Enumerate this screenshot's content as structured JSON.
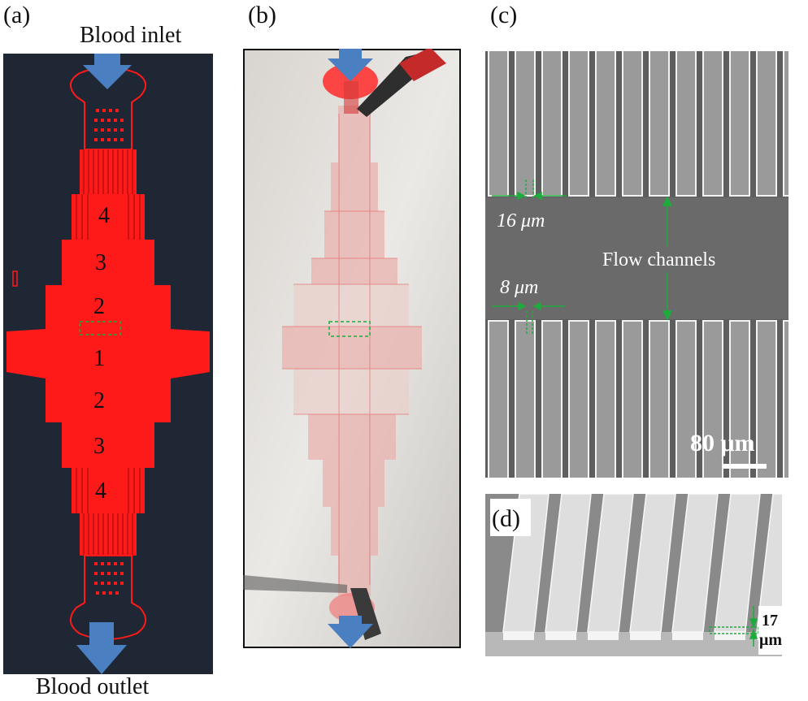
{
  "figure": {
    "panels": {
      "a": {
        "label": "(a)"
      },
      "b": {
        "label": "(b)"
      },
      "c": {
        "label": "(c)"
      },
      "d": {
        "label": "(d)"
      }
    },
    "design": {
      "inlet_caption": "Blood inlet",
      "outlet_caption": "Blood outlet",
      "zone_numbers": [
        "4",
        "3",
        "2",
        "1",
        "2",
        "3",
        "4"
      ]
    },
    "sem_top": {
      "gap_16_label": "16 μm",
      "gap_8_label": "8 μm",
      "flow_label": "Flow channels",
      "scale_bar_label": "80 μm"
    },
    "sem_side": {
      "height_value": "17",
      "height_unit": "μm"
    },
    "colors": {
      "device_red": "#ff1a1a",
      "design_bg": "#1e2733",
      "arrow_blue": "#4a7fc1",
      "marker_green": "#1faa3c"
    }
  }
}
